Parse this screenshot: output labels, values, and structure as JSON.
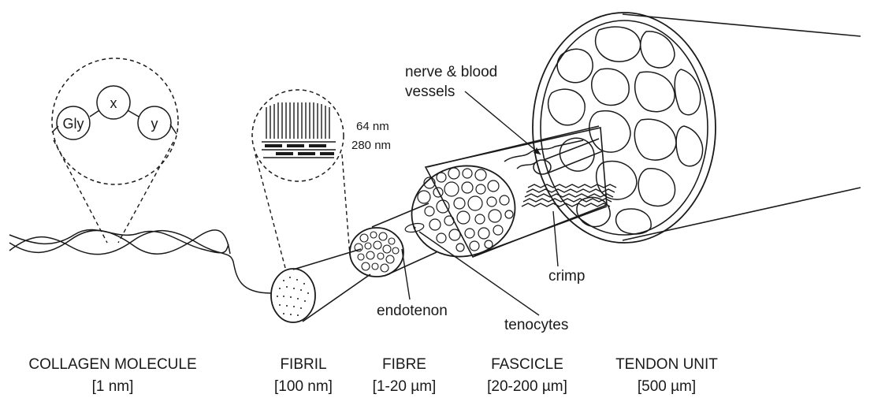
{
  "molecule": {
    "gly": "Gly",
    "x": "x",
    "y": "y"
  },
  "fibril_periods": [
    "64 nm",
    "280 nm"
  ],
  "callouts": {
    "nerve_line1": "nerve & blood",
    "nerve_line2": "vessels",
    "crimp": "crimp",
    "endotenon": "endotenon",
    "tenocytes": "tenocytes"
  },
  "levels": [
    {
      "name": "COLLAGEN MOLECULE",
      "size": "[1 nm]"
    },
    {
      "name": "FIBRIL",
      "size": "[100 nm]"
    },
    {
      "name": "FIBRE",
      "size": "[1-20 µm]"
    },
    {
      "name": "FASCICLE",
      "size": "[20-200 µm]"
    },
    {
      "name": "TENDON UNIT",
      "size": "[500 µm]"
    }
  ],
  "colors": {
    "ink": "#1a1a1a",
    "cell_fill": "#e8e8e8",
    "background": "#ffffff"
  }
}
